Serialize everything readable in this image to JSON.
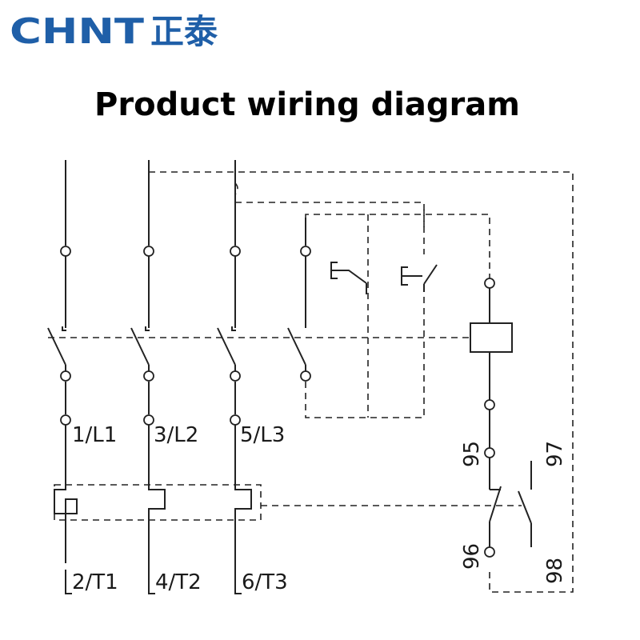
{
  "brand": {
    "name_latin": "CHNT",
    "name_cjk": "正泰",
    "color": "#1f5fa8"
  },
  "title": "Product wiring diagram",
  "labels": {
    "line_terminals": [
      "1/L1",
      "3/L2",
      "5/L3"
    ],
    "load_terminals": [
      "2/T1",
      "4/T2",
      "6/T3"
    ],
    "aux_contacts": [
      "95",
      "96",
      "97",
      "98"
    ]
  }
}
